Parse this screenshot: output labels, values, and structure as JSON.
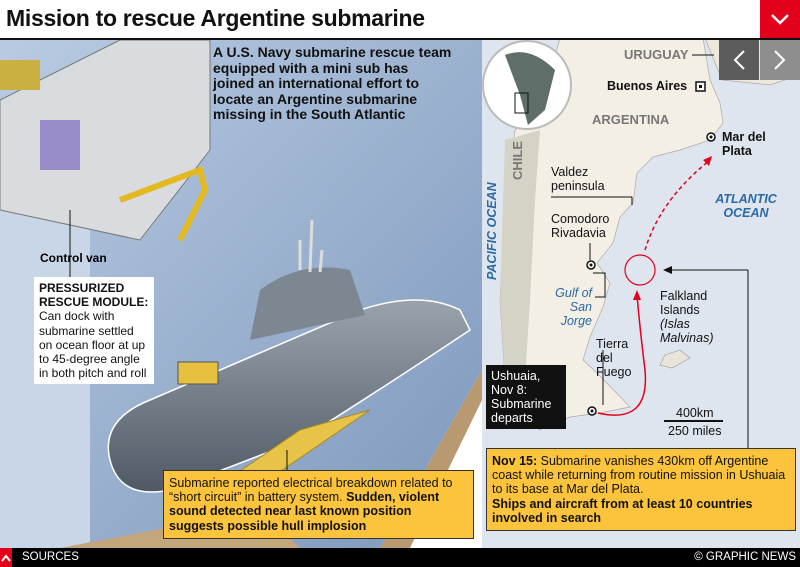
{
  "title": "Mission to rescue Argentine submarine",
  "intro": "A U.S. Navy submarine rescue team equipped with a mini sub has joined an international effort to locate an Argentine submarine missing in the South Atlantic",
  "illustration": {
    "control_van": "Control van",
    "module_title": "PRESSURIZED RESCUE MODULE:",
    "module_text": "Can dock with submarine settled on ocean floor at up to 45-degree angle in both pitch and roll",
    "battery_note_plain": "Submarine reported electrical breakdown related to “short circuit” in battery system. ",
    "battery_note_bold": "Sudden, violent sound detected near last known position suggests possible hull implosion"
  },
  "map": {
    "uruguay": "URUGUAY",
    "buenos_aires": "Buenos Aires",
    "argentina": "ARGENTINA",
    "chile": "CHILE",
    "mar_del_plata": "Mar del Plata",
    "pacific": "PACIFIC OCEAN",
    "atlantic": "ATLANTIC OCEAN",
    "valdez": "Valdez peninsula",
    "comodoro": "Comodoro Rivadavia",
    "gulf": "Gulf of San Jorge",
    "falkland": "Falkland Islands",
    "malvinas": "(Islas Malvinas)",
    "tierra": "Tierra del Fuego",
    "ushuaia": "Ushuaia, Nov 8: Submarine departs",
    "scale_km": "400km",
    "scale_miles": "250 miles",
    "nov15_bold": "Nov 15:",
    "nov15_text": " Submarine vanishes 430km off Argentine coast while returning from routine mission in Ushuaia to its base at Mar del Plata.",
    "nov15_bold2": "Ships and aircraft from at least 10 countries involved in search"
  },
  "footer": {
    "sources": "SOURCES",
    "copyright": "© GRAPHIC NEWS"
  },
  "colors": {
    "accent": "#e3001b",
    "note": "#fcc43c",
    "ocean": "#dfe5ef",
    "land": "#f3efe4"
  }
}
